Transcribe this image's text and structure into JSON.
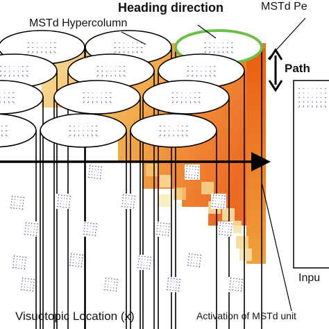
{
  "labels": {
    "heading": "Heading direction",
    "hypercolumn": "MSTd Hypercolumn",
    "peak": "MSTd Pe",
    "path": "Path",
    "location": "Visuotopic Location (x)",
    "activation": "Activation of MSTd unit",
    "input": "Inpu"
  },
  "colors": {
    "highlight": "#6cc04a",
    "activation_high": "#ec6a12",
    "activation_low": "#f6e7a2",
    "vectors": "#3b3f8f",
    "outline": "#000000"
  }
}
